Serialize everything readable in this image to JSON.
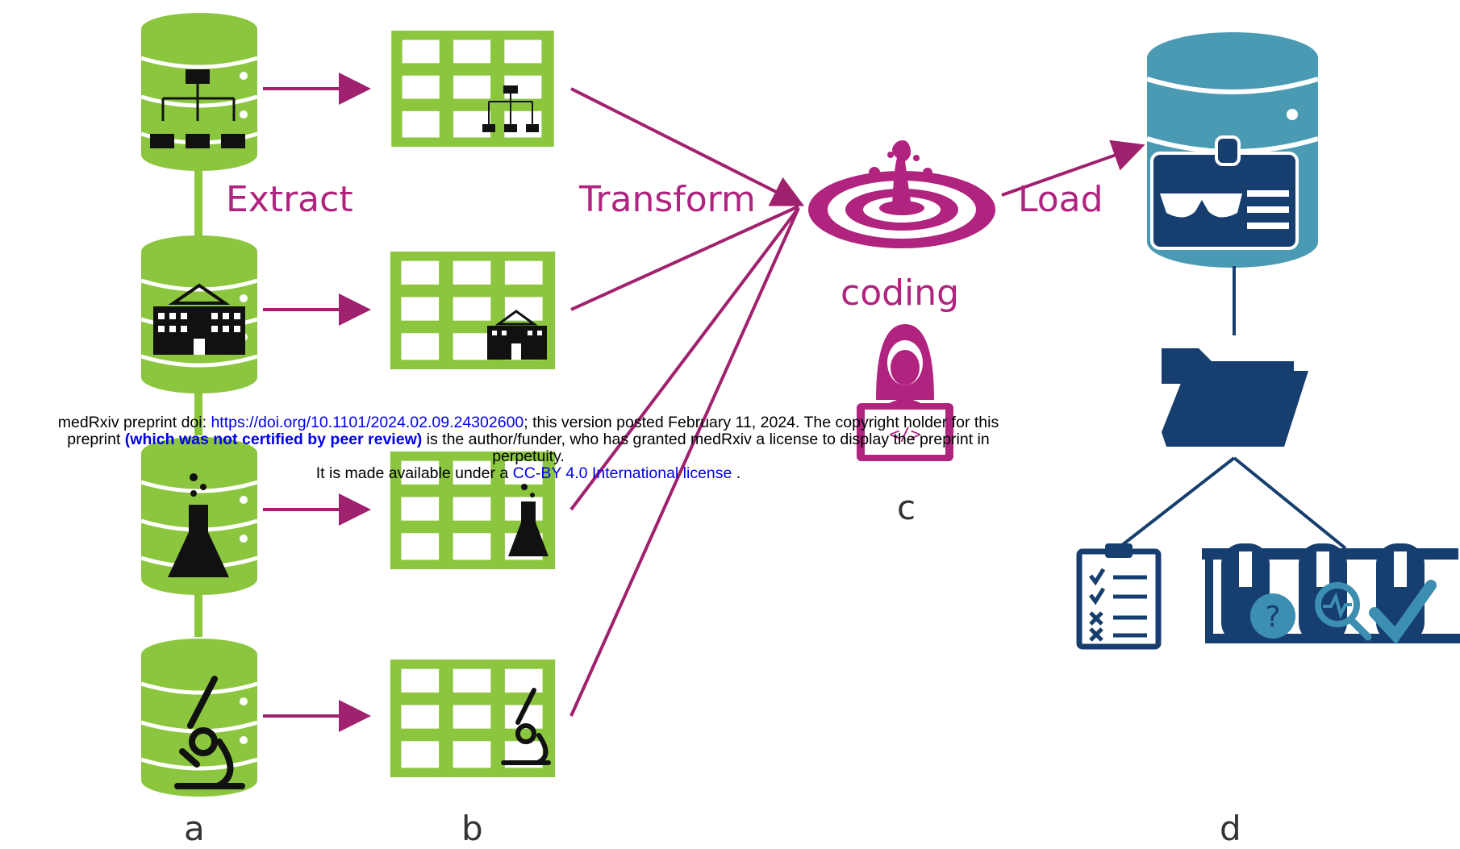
{
  "stages": {
    "extract": "Extract",
    "transform": "Transform",
    "coding": "coding",
    "load": "Load"
  },
  "panels": {
    "a": "a",
    "b": "b",
    "c": "c",
    "d": "d"
  },
  "banner": {
    "line1_prefix": "medRxiv preprint doi: ",
    "doi_link": "https://doi.org/10.1101/2024.02.09.24302600",
    "line1_suffix": "; this version posted February 11, 2024. The copyright holder for this",
    "line2_prefix": "preprint ",
    "peer_review": "(which was not certified by peer review)",
    "line2_suffix": " is the author/funder, who has granted medRxiv a license to display the preprint in",
    "line3": "perpetuity.",
    "line4_prefix": "It is made available under a ",
    "license_link": "CC-BY 4.0 International license",
    "line4_suffix": " ."
  },
  "colors": {
    "green": "#8cc63f",
    "magenta": "#b0237f",
    "teal": "#4a9ab4",
    "navy": "#163e6e"
  }
}
